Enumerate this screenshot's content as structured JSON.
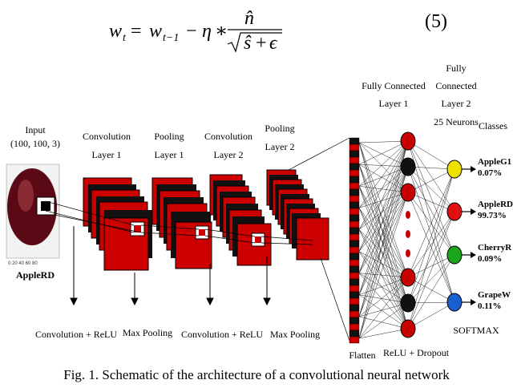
{
  "equation": {
    "lhs": "w",
    "lhs_sub": "t",
    "w_prev": "w",
    "w_prev_sub": "t−1",
    "minus": "−",
    "eta": "η",
    "times": "∗",
    "numerator": "n̂",
    "sqrt_term": "ŝ",
    "plus": "+",
    "epsilon": "ϵ",
    "equals": "=",
    "number": "(5)"
  },
  "figure": {
    "input_label_1": "Input",
    "input_label_2": "(100, 100, 3)",
    "input_image_label": "AppleRD",
    "conv1_label_1": "Convolution",
    "conv1_label_2": "Layer 1",
    "pool1_label_1": "Pooling",
    "pool1_label_2": "Layer 1",
    "conv2_label_1": "Convolution",
    "conv2_label_2": "Layer 2",
    "pool2_label_1": "Pooling",
    "pool2_label_2": "Layer 2",
    "fc1_label_1": "Fully Connected",
    "fc1_label_2": "Layer 1",
    "fc2_label_1": "Fully",
    "fc2_label_2": "Connected",
    "fc2_label_3": "Layer 2",
    "fc2_label_4": "25 Neurons",
    "classes_label": "Classes",
    "bottom_conv_relu_1": "Convolution + ReLU",
    "bottom_max_pool_1": "Max Pooling",
    "bottom_conv_relu_2": "Convolution + ReLU",
    "bottom_max_pool_2": "Max Pooling",
    "flatten_label": "Flatten",
    "relu_dropout_label": "ReLU + Dropout",
    "softmax_label": "SOFTMAX",
    "classes": [
      {
        "name": "AppleG1",
        "prob": "0.07%",
        "color": "#f0e000"
      },
      {
        "name": "AppleRD",
        "prob": "99.73%",
        "color": "#e01010"
      },
      {
        "name": "CherryR",
        "prob": "0.09%",
        "color": "#1aa51a"
      },
      {
        "name": "GrapeW",
        "prob": "0.11%",
        "color": "#1a5fd0"
      }
    ],
    "colors": {
      "feature_map": "#cc0000",
      "map_shadow": "#111111",
      "fc_node_red": "#c80000",
      "fc_node_black": "#111111"
    }
  },
  "caption": "Fig. 1. Schematic of the architecture of a convolutional neural network"
}
